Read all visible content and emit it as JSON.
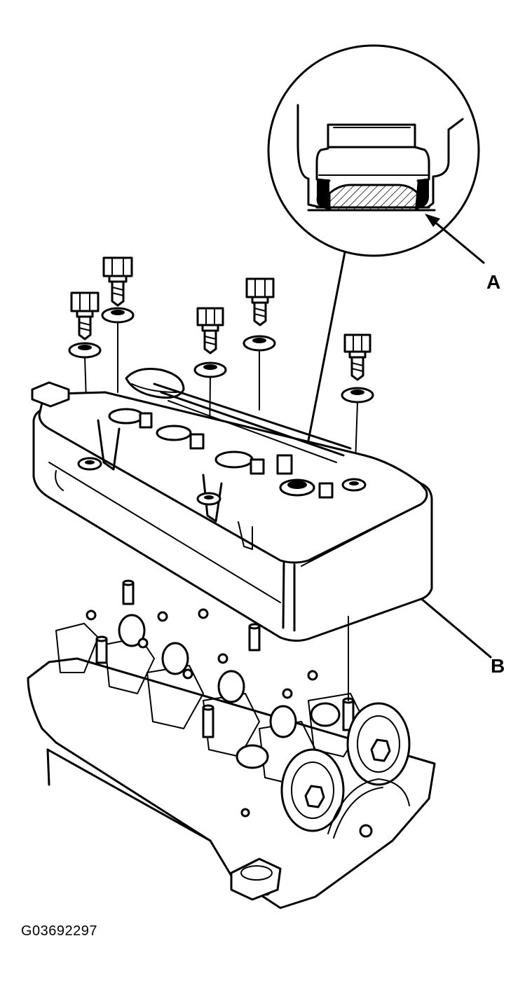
{
  "labels": {
    "a": "A",
    "b": "B"
  },
  "figure_code": "G03692297",
  "colors": {
    "ink": "#000000",
    "paper": "#ffffff"
  }
}
